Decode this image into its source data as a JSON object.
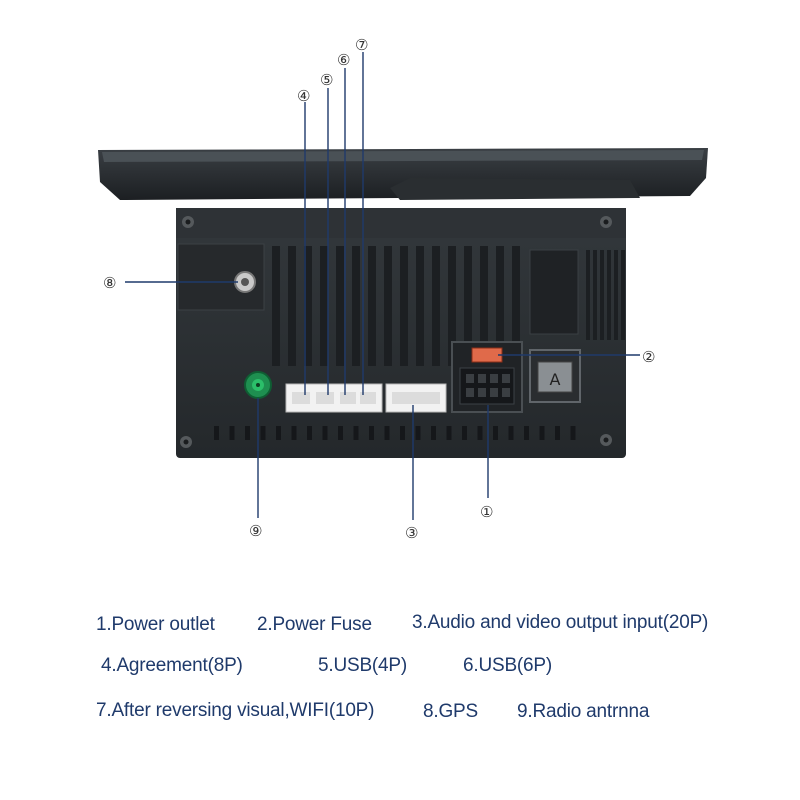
{
  "callouts": {
    "c1": "①",
    "c2": "②",
    "c3": "③",
    "c4": "④",
    "c5": "⑤",
    "c6": "⑥",
    "c7": "⑦",
    "c8": "⑧",
    "c9": "⑨"
  },
  "legend": {
    "item1": "1.Power outlet",
    "item2": "2.Power Fuse",
    "item3": "3.Audio and video output input(20P)",
    "item4": "4.Agreement(8P)",
    "item5": "5.USB(4P)",
    "item6": "6.USB(6P)",
    "item7": "7.After reversing visual,WIFI(10P)",
    "item8": "8.GPS",
    "item9": "9.Radio antrnna"
  },
  "colors": {
    "text": "#1f3a6b",
    "housing": "#2b2f33",
    "connector_white": "#f2f2f2",
    "fuse": "#e06a4a",
    "antenna": "#2bbf6a"
  }
}
